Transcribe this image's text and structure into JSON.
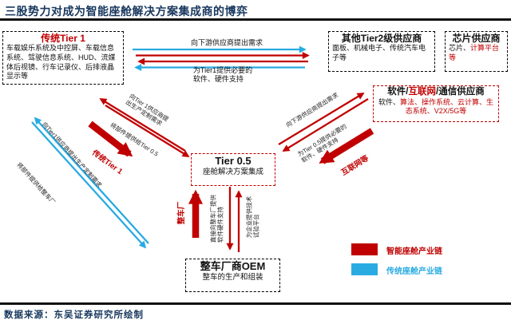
{
  "title": "三股势力对成为智能座舱解决方案集成商的博弈",
  "source": "数据来源：东吴证券研究所绘制",
  "colors": {
    "red": "#C00000",
    "cyan": "#29ABE2",
    "navy": "#17375E",
    "black": "#000000"
  },
  "boxes": {
    "tier1": {
      "title": "传统Tier 1",
      "body": "车载娱乐系统及中控屏、车载信息系统、驾驶信息系统、HUD、流媒体后视镜、行车记录仪、后排液晶显示等"
    },
    "tier2": {
      "title": "其他Tier2级供应商",
      "body": "面板、机械电子、传统汽车电子等"
    },
    "chip": {
      "title": "芯片供应商",
      "body_black": "芯片、",
      "body_red": "计算平台等"
    },
    "software": {
      "title_p1": "软件/",
      "title_red": "互联网",
      "title_p2": "/通信供应商",
      "body_black": "软件、",
      "body_red1": "算法、操作系统、云计算、",
      "body_red2": "生态系统、V2X/5G等"
    },
    "tier05": {
      "title": "Tier 0.5",
      "body": "座舱解决方案集成"
    },
    "oem": {
      "title": "整车厂商OEM",
      "body": "整车的生产和组装"
    }
  },
  "labels": {
    "top_demand": "向下游供应商提出需求",
    "top_supply_l1": "为Tier1提供必要的",
    "top_supply_l2": "软件、硬件支持",
    "t1_demand_l1": "向Tier 1供应商提",
    "t1_demand_l2": "出生产定制需求",
    "t1_supply": "将部件提供给Tier 0.5",
    "thick_tier1": "传统Tier 1",
    "oem_t1_demand": "向Tier1供应商提出生产定制需求",
    "oem_t1_supply": "将部件提供给整车厂",
    "vert_supply_l1": "直接向整车厂提供",
    "vert_supply_l2": "软件硬件支持",
    "vert_platform_l1": "为企业提供技术",
    "vert_platform_l2": "试验平台",
    "thick_oem": "整车厂",
    "sw_demand": "向下游供应商提出需求",
    "sw_supply_l1": "为Tier 0.5提供必要的",
    "sw_supply_l2": "软件、硬件支持",
    "thick_internet": "互联网等"
  },
  "legend": [
    {
      "label": "智能座舱产业链",
      "color": "#C00000"
    },
    {
      "label": "传统座舱产业链",
      "color": "#29ABE2"
    }
  ]
}
